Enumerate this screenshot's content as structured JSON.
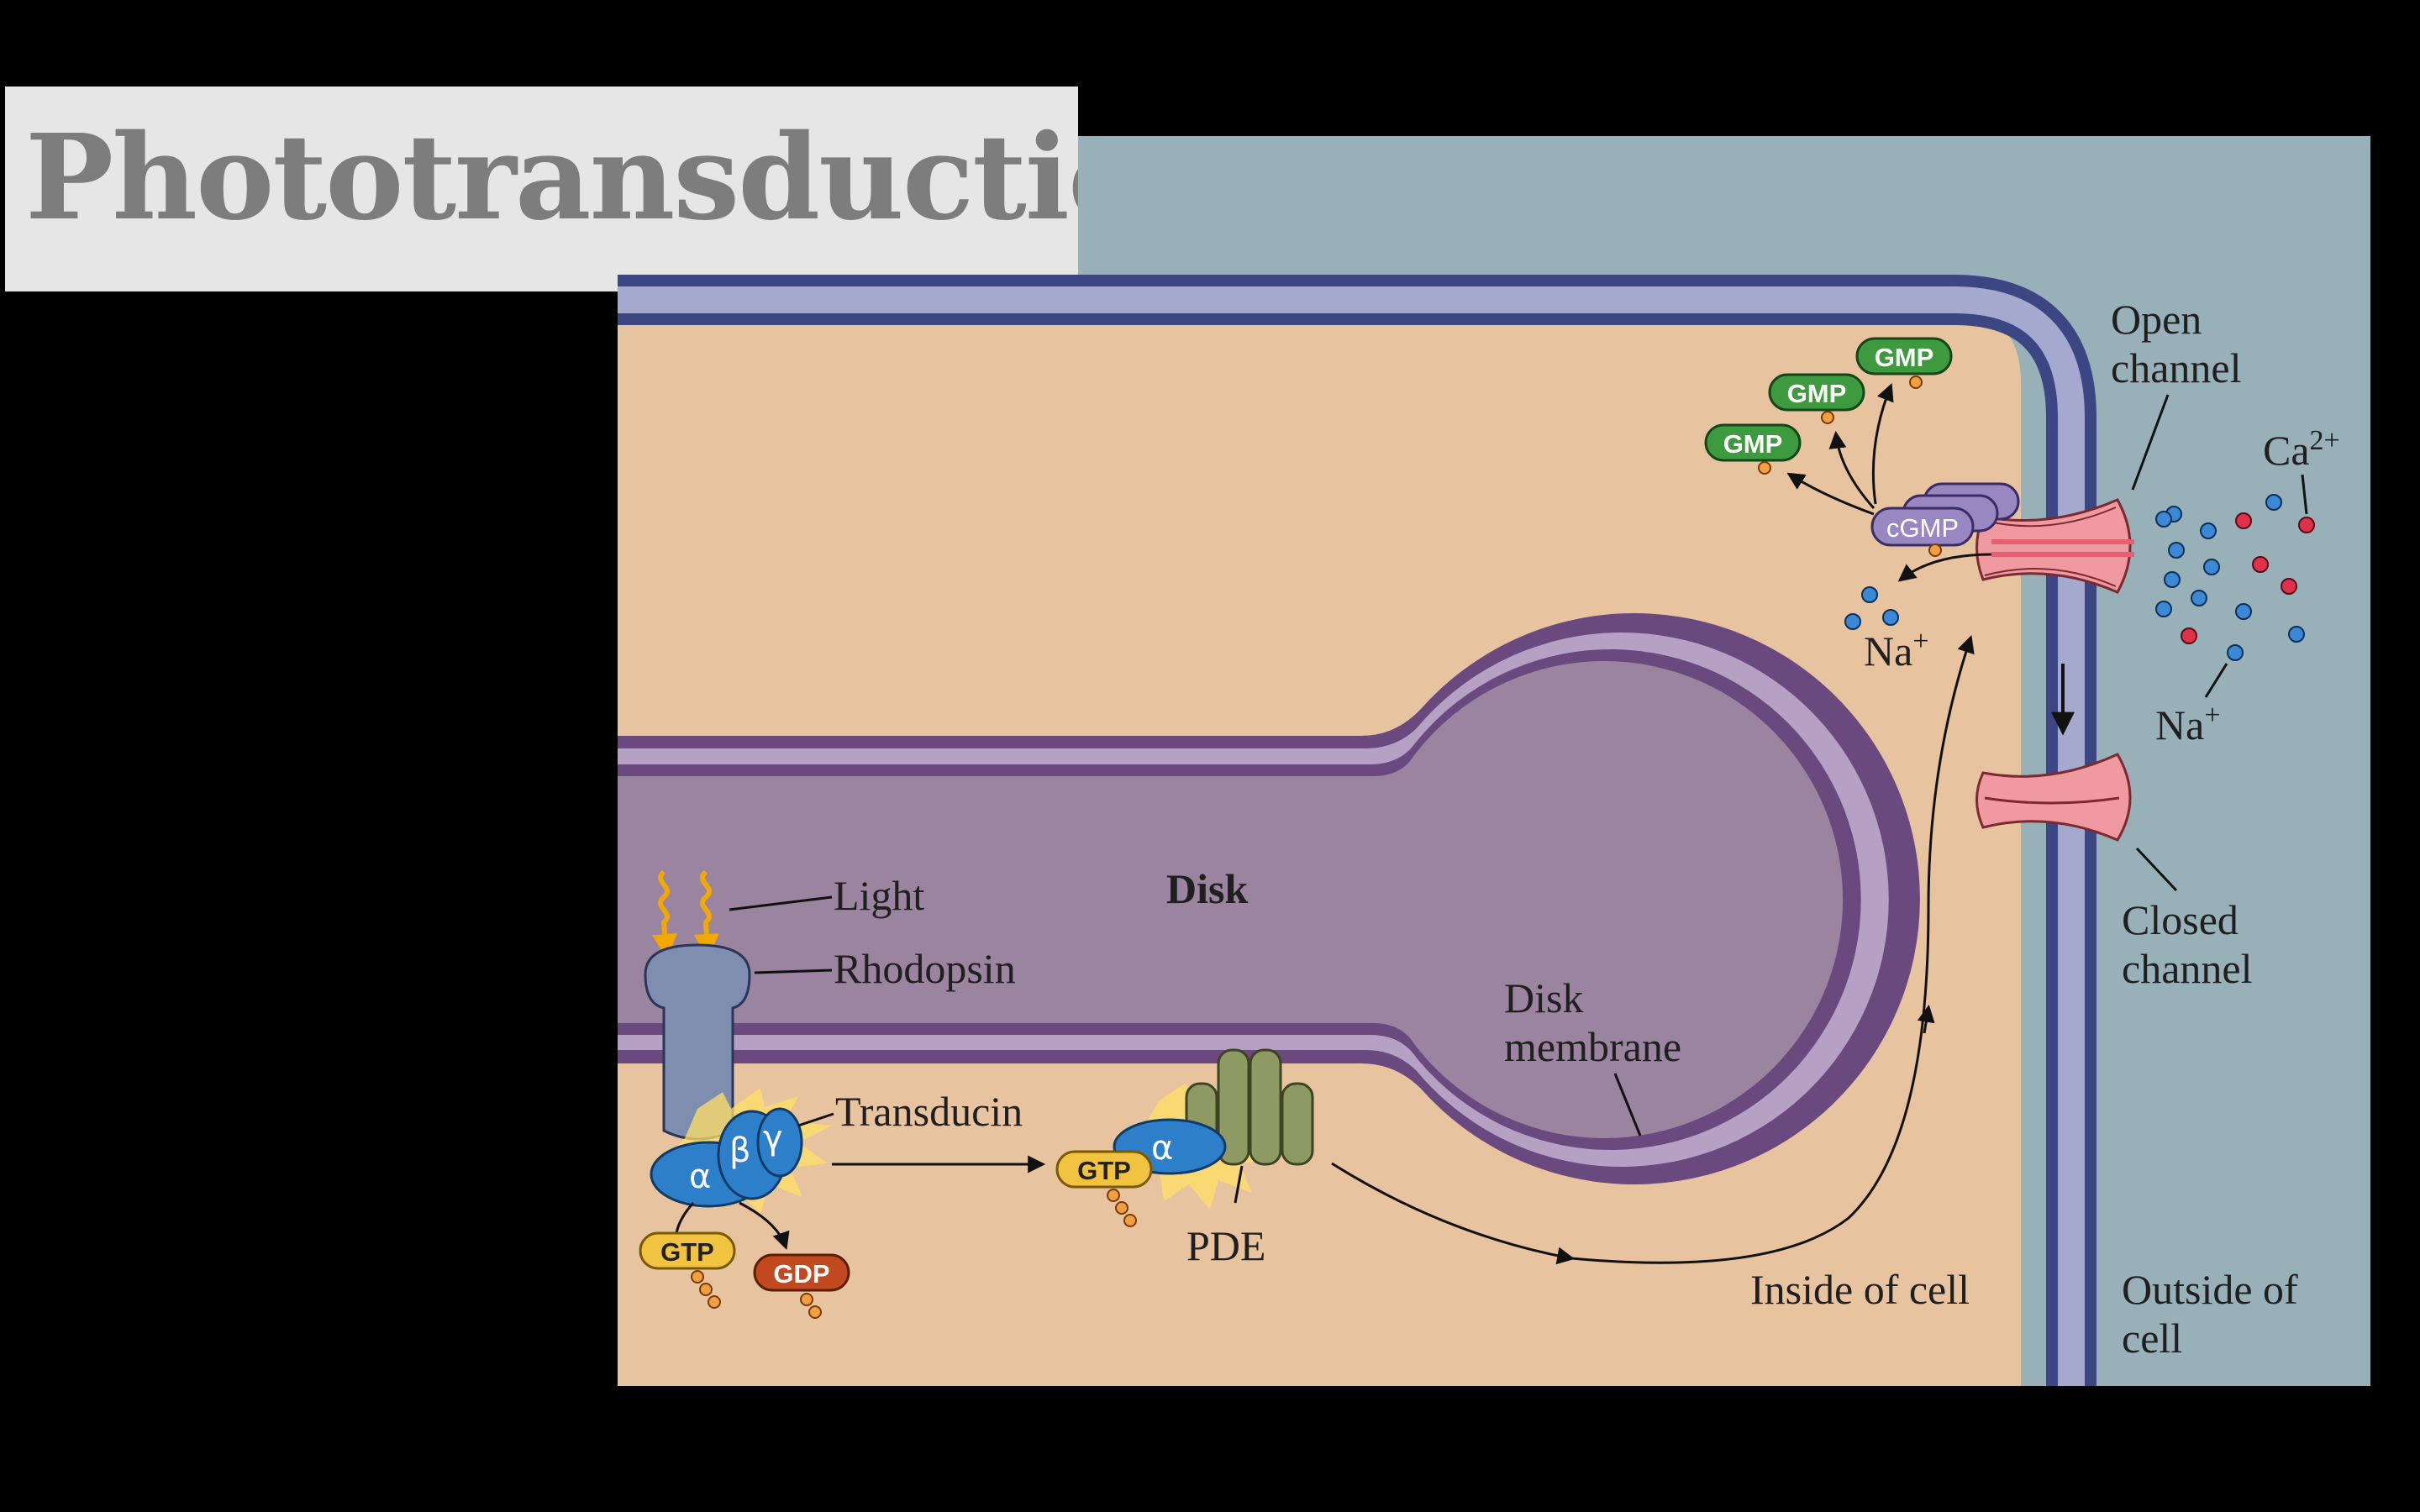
{
  "slide": {
    "title": "Phototransduction"
  },
  "labels": {
    "light": "Light",
    "rhodopsin": "Rhodopsin",
    "transducin": "Transducin",
    "disk": "Disk",
    "disk_membrane_1": "Disk",
    "disk_membrane_2": "membrane",
    "pde": "PDE",
    "inside": "Inside of cell",
    "outside_1": "Outside of",
    "outside_2": "cell",
    "open_1": "Open",
    "open_2": "channel",
    "closed_1": "Closed",
    "closed_2": "channel",
    "na_in": "Na",
    "na_out": "Na",
    "plus": "+",
    "ca": "Ca",
    "ca_sup": "2+"
  },
  "molecules": {
    "gtp": "GTP",
    "gdp": "GDP",
    "gmp": "GMP",
    "cgmp": "cGMP",
    "alpha": "α",
    "beta": "β",
    "gamma": "γ"
  },
  "colors": {
    "outside": "#98b0b8",
    "cytoplasm": "#e8c3a0",
    "membrane_dark": "#3c4682",
    "membrane_light": "#a5a8cf",
    "disk_fill": "#9a849f",
    "disk_edge": "#6a4a7e",
    "disk_edge_light": "#b6a0c4",
    "rhodopsin": "#7f8db0",
    "transducin": "#2e7fc9",
    "gtp": "#f2c340",
    "gdp": "#c0491f",
    "gmp": "#3e9a3e",
    "cgmp": "#9887c0",
    "pde": "#8e9a63",
    "channel": "#ef9aa0",
    "ion_blue": "#3a88d6",
    "ion_red": "#e0314a",
    "flash": "#ffe066"
  }
}
